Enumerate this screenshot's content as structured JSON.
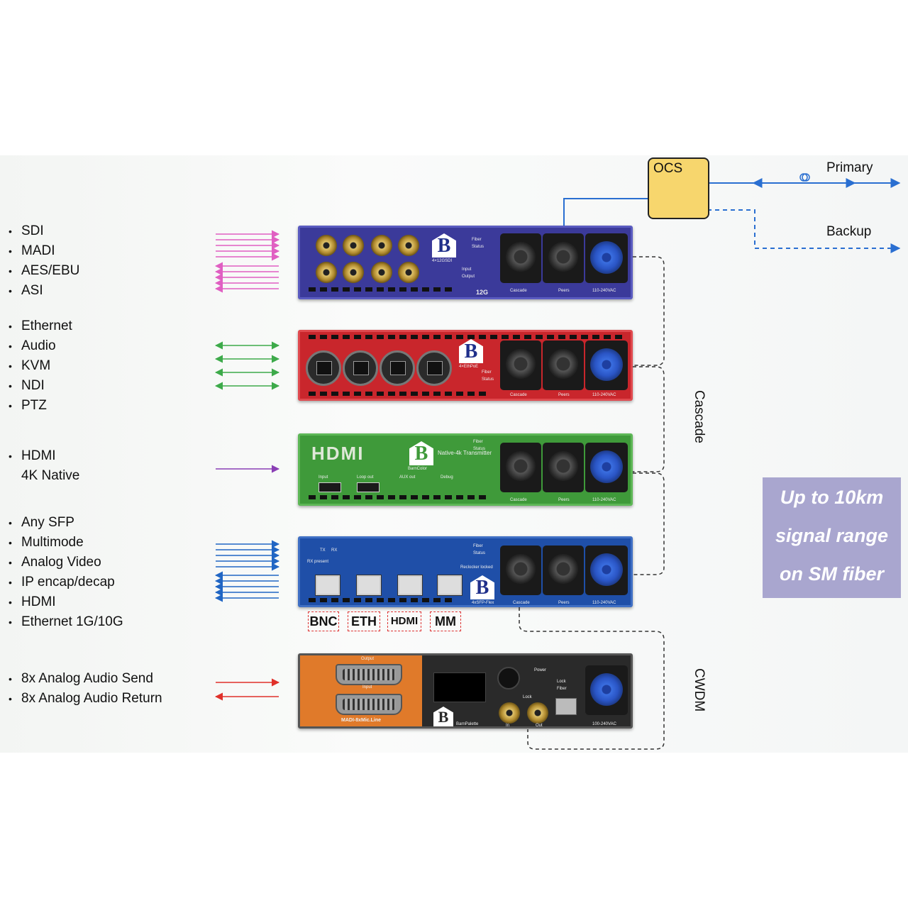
{
  "inputs": {
    "group1": [
      "SDI",
      "MADI",
      "AES/EBU",
      "ASI"
    ],
    "group2": [
      "Ethernet",
      "Audio",
      "KVM",
      "NDI",
      "PTZ"
    ],
    "group3": [
      "HDMI",
      "4K Native"
    ],
    "group4": [
      "Any SFP",
      "Multimode",
      "Analog Video",
      "IP encap/decap",
      "HDMI",
      "Ethernet 1G/10G"
    ],
    "group5": [
      "8x Analog Audio Send",
      "8x Analog Audio Return"
    ]
  },
  "arrow_colors": {
    "sdi": "#e05fc2",
    "ethernet": "#3daa4a",
    "hdmi": "#8a3fb5",
    "sfp": "#2166c4",
    "analog_send": "#e0312a",
    "analog_return": "#e0312a",
    "fiber": "#2a6fd1"
  },
  "units": {
    "u1": {
      "model": "4×12GSDI",
      "badge": "12G",
      "fiber": "Fiber",
      "status": "Status",
      "input": "Input",
      "output": "Output",
      "cascade": "Cascade",
      "peers": "Peers",
      "power": "110-240VAC",
      "color": "#3b3a9a"
    },
    "u2": {
      "model": "4×EthPoE",
      "fiber": "Fiber",
      "status": "Status",
      "cascade": "Cascade",
      "peers": "Peers",
      "power": "110-240VAC",
      "color": "#c9262c"
    },
    "u3": {
      "brand_word": "HDMI",
      "model": "Native-4k Transmitter",
      "brand": "BarnColor",
      "input": "Input",
      "loop": "Loop out",
      "aux": "AUX out",
      "debug": "Debug",
      "fiber": "Fiber",
      "status": "Status",
      "cascade": "Cascade",
      "peers": "Peers",
      "power": "110-240VAC",
      "color": "#3f9a3a"
    },
    "u4": {
      "model": "4xSFP-Flex",
      "tx": "TX",
      "rx": "RX",
      "rx_present": "RX present",
      "reclocker": "Reclocker locked",
      "fiber": "Fiber",
      "status": "Status",
      "cascade": "Cascade",
      "peers": "Peers",
      "power": "110-240VAC",
      "color": "#1f4fa8"
    },
    "u5": {
      "model": "MADI-8xMic.Line",
      "output": "Output",
      "input": "Input",
      "brand": "BarnPalette",
      "power_label": "Power",
      "lock": "Lock",
      "fiber": "Fiber",
      "in": "In",
      "out": "Out",
      "power": "100-240VAC",
      "accent": "#e07a2a"
    }
  },
  "sfp_modules": [
    "BNC",
    "ETH",
    "HDMI",
    "MM"
  ],
  "ocs": {
    "label": "OCS",
    "color": "#f7d66d"
  },
  "routes": {
    "primary": "Primary",
    "backup": "Backup"
  },
  "vertical_labels": {
    "cascade": "Cascade",
    "cwdm": "CWDM"
  },
  "callout": {
    "lines": [
      "Up to 10km",
      "signal range",
      "on SM fiber"
    ],
    "color": "#a9a6cf"
  }
}
